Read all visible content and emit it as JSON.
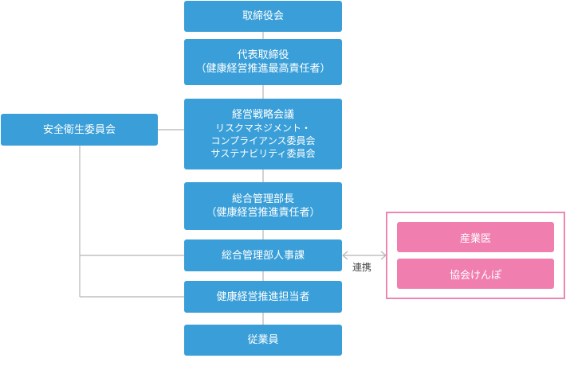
{
  "boxes": {
    "board": "取締役会",
    "ceo_line1": "代表取締役",
    "ceo_line2": "（健康経営推進最高責任者）",
    "strategy_line1": "経営戦略会議",
    "strategy_line2": "リスクマネジメント・",
    "strategy_line3": "コンプライアンス委員会",
    "strategy_line4": "サステナビリティ委員会",
    "gm_line1": "総合管理部長",
    "gm_line2": "（健康経営推進責任者）",
    "hr": "総合管理部人事課",
    "promoter": "健康経営推進担当者",
    "employees": "従業員",
    "safety": "安全衛生委員会"
  },
  "partners": {
    "doctor": "産業医",
    "insurance": "協会けんぽ"
  },
  "link_label": "連携",
  "colors": {
    "box_blue": "#3a9fd8",
    "partner_pink": "#f07fb0",
    "frame_pink": "#ef85b3",
    "connector_gray": "#b5b5b5"
  }
}
